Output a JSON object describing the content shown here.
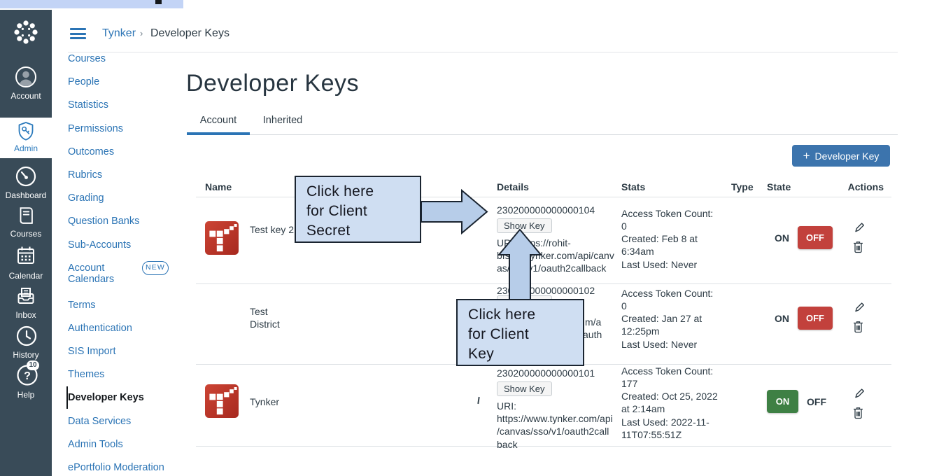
{
  "window": {
    "topbar_color": "#c3d4f6"
  },
  "sidebar": {
    "items": [
      {
        "label": "Account"
      },
      {
        "label": "Admin",
        "active": true
      },
      {
        "label": "Dashboard"
      },
      {
        "label": "Courses"
      },
      {
        "label": "Calendar"
      },
      {
        "label": "Inbox"
      },
      {
        "label": "History"
      },
      {
        "label": "Help",
        "badge": "10"
      }
    ]
  },
  "header": {
    "breadcrumb": {
      "app": "Tynker",
      "separator": "›",
      "page": "Developer Keys"
    }
  },
  "subnav": {
    "items": [
      "Courses",
      "People",
      "Statistics",
      "Permissions",
      "Outcomes",
      "Rubrics",
      "Grading",
      "Question Banks",
      "Sub-Accounts",
      "Account",
      "Calendars",
      "Terms",
      "Authentication",
      "SIS Import",
      "Themes",
      "Developer Keys",
      "Data Services",
      "Admin Tools",
      "ePortfolio Moderation"
    ],
    "new_badge": "NEW",
    "active_item": "Developer Keys"
  },
  "main": {
    "title": "Developer Keys",
    "tabs": [
      {
        "label": "Account",
        "active": true
      },
      {
        "label": "Inherited",
        "active": false
      }
    ],
    "add_button": {
      "plus_icon": "+",
      "label": "Developer Key"
    },
    "table": {
      "columns": [
        "Name",
        "Details",
        "Stats",
        "Type",
        "State",
        "Actions"
      ],
      "state_labels": {
        "on": "ON",
        "off": "OFF"
      },
      "rows": [
        {
          "name": "Test key 2",
          "id": "230200000000000104",
          "show_key": "Show Key",
          "uri": "URI: https://rohit-bfsdev.tynker.com/api/canvas/sso/v1/oauth2callback",
          "tokens": "Access Token Count: 0",
          "created": "Created: Feb 8 at 6:34am",
          "last_used": "Last Used: Never",
          "state": "off"
        },
        {
          "name": "Test District",
          "id": "230200000000000102",
          "show_key": "Show Key",
          "uri_fragment_1": "m/a",
          "uri_fragment_2": "auth",
          "tokens": "Access Token Count: 0",
          "created": "Created: Jan 27 at 12:25pm",
          "last_used": "Last Used: Never",
          "state": "off"
        },
        {
          "name": "Tynker",
          "id": "230200000000000101",
          "show_key": "Show Key",
          "uri": "URI: https://www.tynker.com/api/canvas/sso/v1/oauth2callback",
          "tokens": "Access Token Count: 177",
          "created": "Created: Oct 25, 2022 at 2:14am",
          "last_used": "Last Used: 2022-11-11T07:55:51Z",
          "state": "on"
        }
      ]
    }
  },
  "annotations": {
    "callout_client_secret": {
      "line1": "Click here",
      "line2": "for Client",
      "line3": "Secret"
    },
    "callout_client_key": {
      "line1": "Click here",
      "line2": "for Client",
      "line3": "Key"
    }
  },
  "colors": {
    "accent_blue": "#2b74b5",
    "button_blue": "#3c74ad",
    "state_off_red": "#c2413c",
    "state_on_green": "#3e8044",
    "sidebar_bg": "#394b58",
    "annotation_fill": "#cfdef2",
    "annotation_arrow_fill": "#b7cde9",
    "annotation_border": "#1a2430"
  }
}
